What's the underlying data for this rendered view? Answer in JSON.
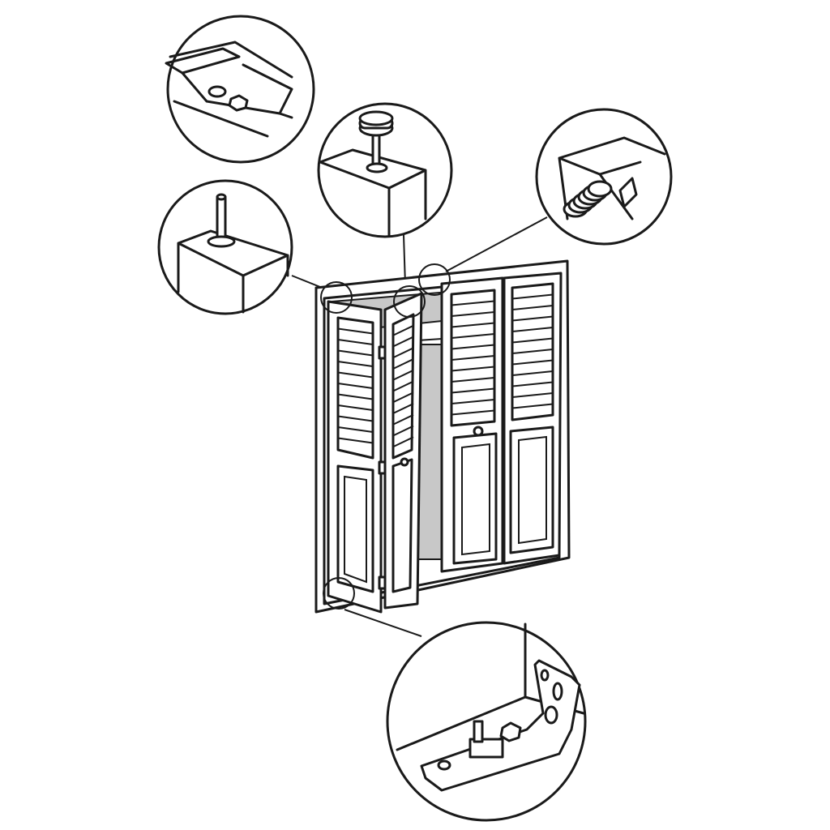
{
  "colors": {
    "line": "#1a1a1a",
    "background": "#ffffff",
    "closet_interior": "#c8c8c8"
  },
  "callouts": [
    "top-track-pivot-bracket",
    "top-pivot-pin",
    "spring-guide-in-track",
    "bottom-pivot-pin",
    "floor-jamb-bracket"
  ],
  "louvers_per_panel": 12
}
